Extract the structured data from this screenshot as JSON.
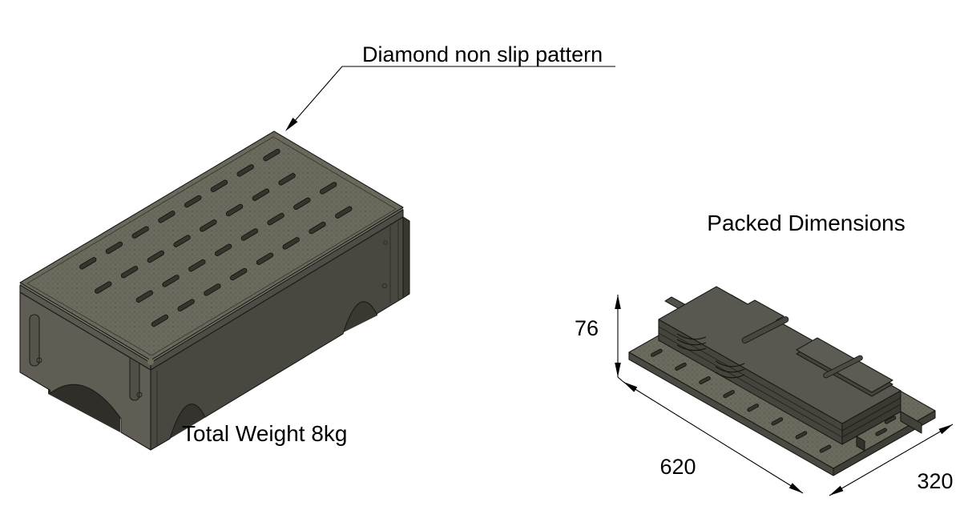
{
  "step_view": {
    "callout_label": "Diamond non slip pattern",
    "weight_label": "Total Weight 8kg"
  },
  "packed_view": {
    "title": "Packed Dimensions",
    "dim_height": "76",
    "dim_length": "620",
    "dim_width": "320"
  },
  "colors": {
    "line": "#1a1a18",
    "top_texture": "#6d6c5f",
    "hatch": "#5c5b4f",
    "front_face": "#494840",
    "end_face": "#605e54",
    "board_edge_light": "#76756a",
    "board_edge_dark": "#4e4d45",
    "right_sliver": "#39382f",
    "slot_fill": "#35342e",
    "packed_plate_top": "#585750",
    "packed_plate_small": "#5d5c54",
    "packed_side": "#46453d",
    "packed_side_dark": "#3a3932",
    "panel_side": "#4b4a42",
    "panel_side_dark": "#3f3e37"
  }
}
